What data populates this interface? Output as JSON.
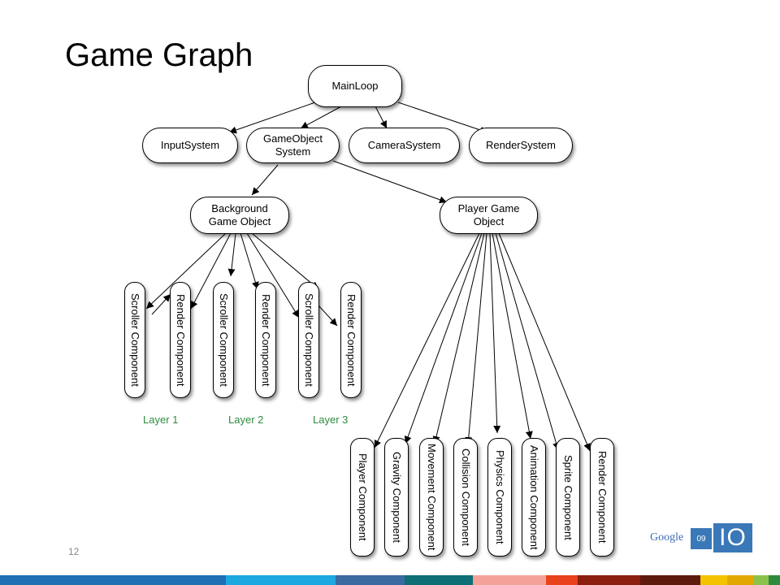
{
  "slide": {
    "title": "Game Graph",
    "page_number": "12"
  },
  "nodes": {
    "main_loop": "MainLoop",
    "input_system": "InputSystem",
    "gameobject_system": "GameObject\nSystem",
    "camera_system": "CameraSystem",
    "render_system": "RenderSystem",
    "background_game_object": "Background\nGame Object",
    "player_game_object": "Player Game\nObject"
  },
  "background_components": [
    "Scroller Component",
    "Render Component",
    "Scroller Component",
    "Render Component",
    "Scroller Component",
    "Render Component"
  ],
  "layers": [
    "Layer 1",
    "Layer 2",
    "Layer 3"
  ],
  "player_components": [
    "Player Component",
    "Gravity Component",
    "Movement Component",
    "Collision Component",
    "Physics Component",
    "Animation Component",
    "Sprite Component",
    "Render Component"
  ],
  "logo": {
    "brand": "Google",
    "year": "09",
    "mark": "IO"
  },
  "colors": {
    "layer_label": "#2e8b3e",
    "logo_blue": "#3a78b8",
    "footer_bar": [
      "#1f6fb5",
      "#1ea8e0",
      "#3b6aa0",
      "#0e6f77",
      "#f4a39a",
      "#e8431c",
      "#8b1e0e",
      "#5e1a0c",
      "#f3c300",
      "#e3a800",
      "#8bc34a",
      "#2e8b3e"
    ]
  }
}
